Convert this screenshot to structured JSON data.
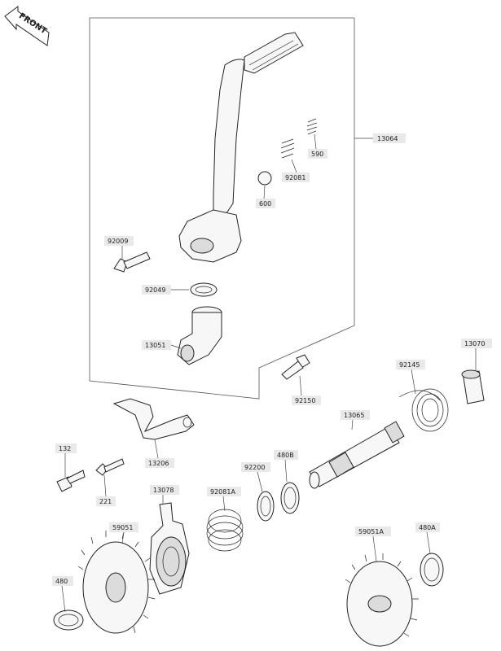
{
  "front_label": "FRONT",
  "labels": {
    "p13064": "13064",
    "p590": "590",
    "p92081": "92081",
    "p600": "600",
    "p92009": "92009",
    "p92049": "92049",
    "p13051": "13051",
    "p92150": "92150",
    "p13070": "13070",
    "p92145": "92145",
    "p13065": "13065",
    "p132": "132",
    "p13206": "13206",
    "p221": "221",
    "p92200": "92200",
    "p480B": "480B",
    "p13078": "13078",
    "p92081A": "92081A",
    "p59051": "59051",
    "p59051A": "59051A",
    "p480A": "480A",
    "p480": "480"
  }
}
